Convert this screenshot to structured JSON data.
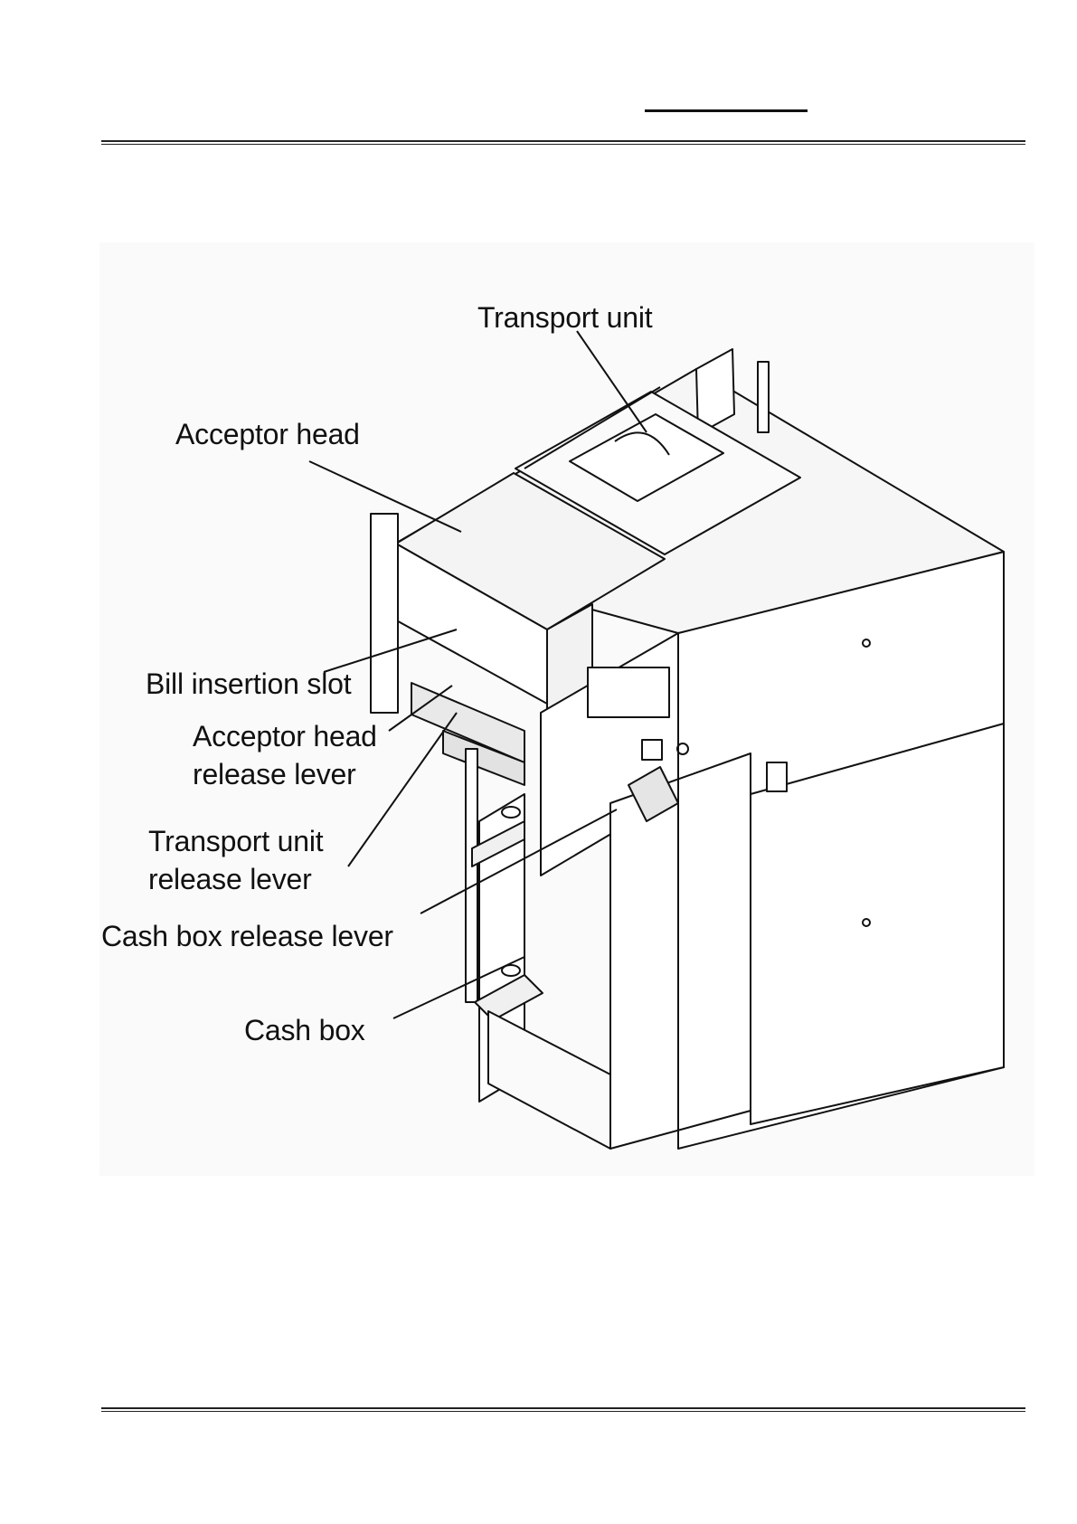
{
  "figure": {
    "labels": {
      "transport_unit": "Transport unit",
      "acceptor_head": "Acceptor head",
      "bill_insertion_slot": "Bill insertion slot",
      "acceptor_head_release_lever_1": "Acceptor head",
      "acceptor_head_release_lever_2": "release lever",
      "transport_unit_release_lever_1": "Transport unit",
      "transport_unit_release_lever_2": "release lever",
      "cash_box_release_lever": "Cash box release lever",
      "cash_box": "Cash box"
    }
  }
}
